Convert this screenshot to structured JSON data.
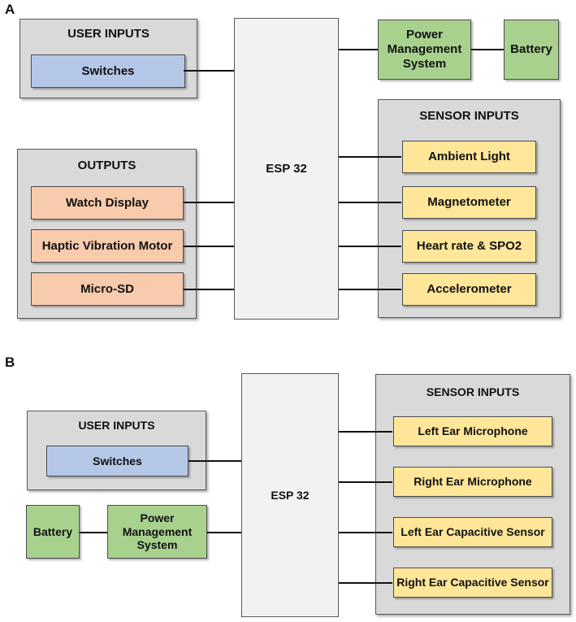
{
  "panel_a": {
    "label": "A",
    "user_inputs": {
      "title": "USER INPUTS",
      "switches": "Switches"
    },
    "outputs": {
      "title": "OUTPUTS",
      "items": [
        "Watch Display",
        "Haptic Vibration Motor",
        "Micro-SD"
      ]
    },
    "esp": "ESP 32",
    "power_management": "Power Management System",
    "battery": "Battery",
    "sensor_inputs": {
      "title": "SENSOR INPUTS",
      "items": [
        "Ambient Light",
        "Magnetometer",
        "Heart rate & SPO2",
        "Accelerometer"
      ]
    }
  },
  "panel_b": {
    "label": "B",
    "user_inputs": {
      "title": "USER INPUTS",
      "switches": "Switches"
    },
    "esp": "ESP 32",
    "battery": "Battery",
    "power_management": "Power Management System",
    "sensor_inputs": {
      "title": "SENSOR INPUTS",
      "items": [
        "Left Ear Microphone",
        "Right Ear Microphone",
        "Left Ear Capacitive Sensor",
        "Right Ear Capacitive Sensor"
      ]
    }
  },
  "colors": {
    "group_fill": "#d9d9d9",
    "esp_fill": "#f2f2f2",
    "switch_fill": "#b4c7e7",
    "output_fill": "#f8cbad",
    "sensor_fill": "#ffe699",
    "power_fill": "#a9d18e"
  }
}
